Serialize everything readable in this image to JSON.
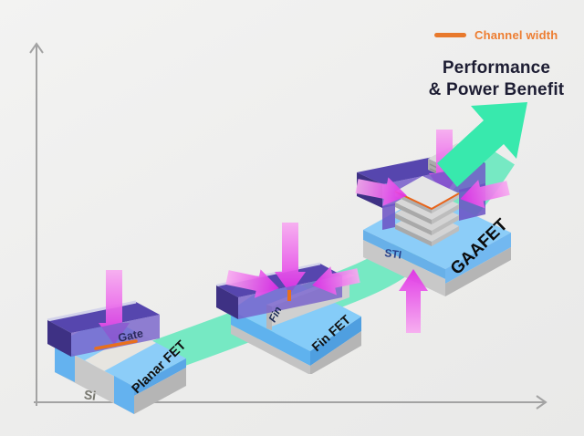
{
  "legend": {
    "label": "Channel width"
  },
  "headline": {
    "line1": "Performance",
    "line2": "& Power Benefit"
  },
  "devices": {
    "planar": {
      "label": "Planar FET",
      "substrate": "Si",
      "gate": "Gate"
    },
    "finfet": {
      "label": "Fin FET",
      "fin": "Fin"
    },
    "gaafet": {
      "label": "GAAFET",
      "sti": "STI"
    }
  },
  "colors": {
    "accent_orange": "#ED7D31",
    "channel_orange": "#E8701D",
    "growth_green": "#38E9AD",
    "arrow_magenta": "#E02CE6",
    "gate_purple": "#7056C8",
    "base_blue": "#85CCF8",
    "substrate_gray": "#C8C8C8",
    "text_dark": "#1D1D33"
  }
}
